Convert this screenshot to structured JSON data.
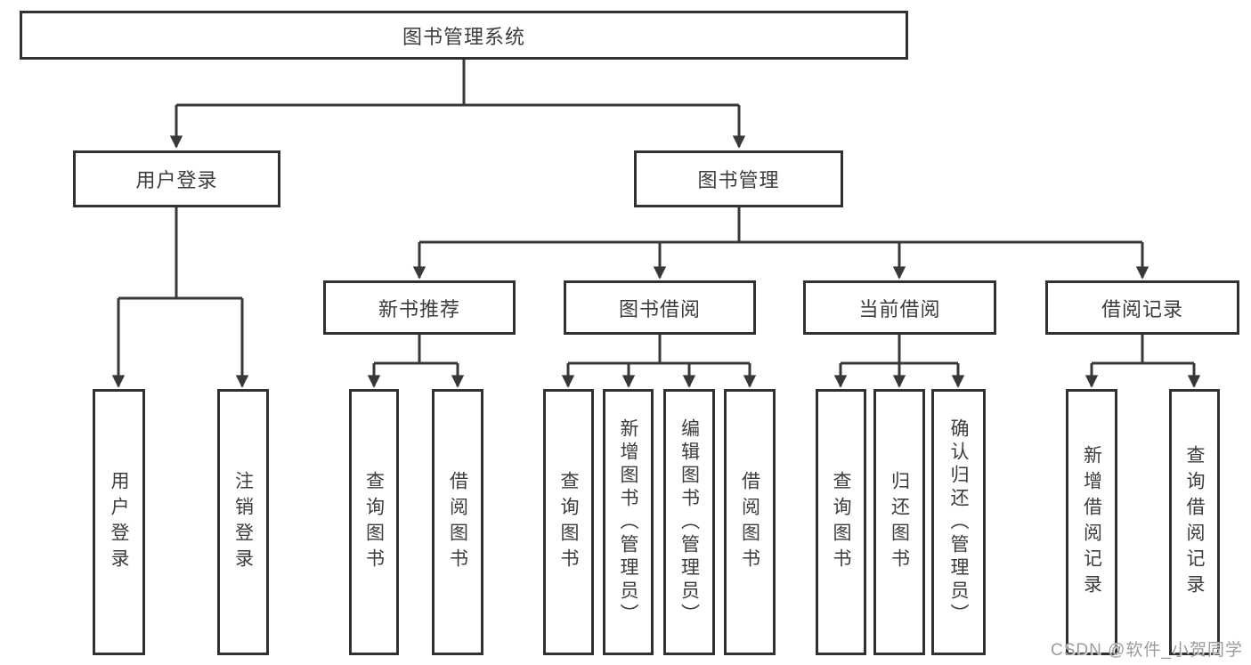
{
  "diagram": {
    "root": {
      "label": "图书管理系统"
    },
    "level2": [
      {
        "label": "用户登录"
      },
      {
        "label": "图书管理"
      }
    ],
    "level3": [
      {
        "label": "新书推荐"
      },
      {
        "label": "图书借阅"
      },
      {
        "label": "当前借阅"
      },
      {
        "label": "借阅记录"
      }
    ],
    "leaves": {
      "user_login": [
        "用户登录",
        "注销登录"
      ],
      "new_book": [
        "查询图书",
        "借阅图书"
      ],
      "book_borrow": [
        "查询图书",
        "新增图书（管理员）",
        "编辑图书（管理员）",
        "借阅图书"
      ],
      "current_borrow": [
        "查询图书",
        "归还图书",
        "确认归还（管理员）"
      ],
      "borrow_record": [
        "新增借阅记录",
        "查询借阅记录"
      ]
    }
  },
  "watermark": "CSDN @软件_小贺同学",
  "colors": {
    "line": "#383838",
    "border": "#313131",
    "text": "#3c3c3c",
    "watermark": "#9c9c9c",
    "background": "#ffffff"
  }
}
